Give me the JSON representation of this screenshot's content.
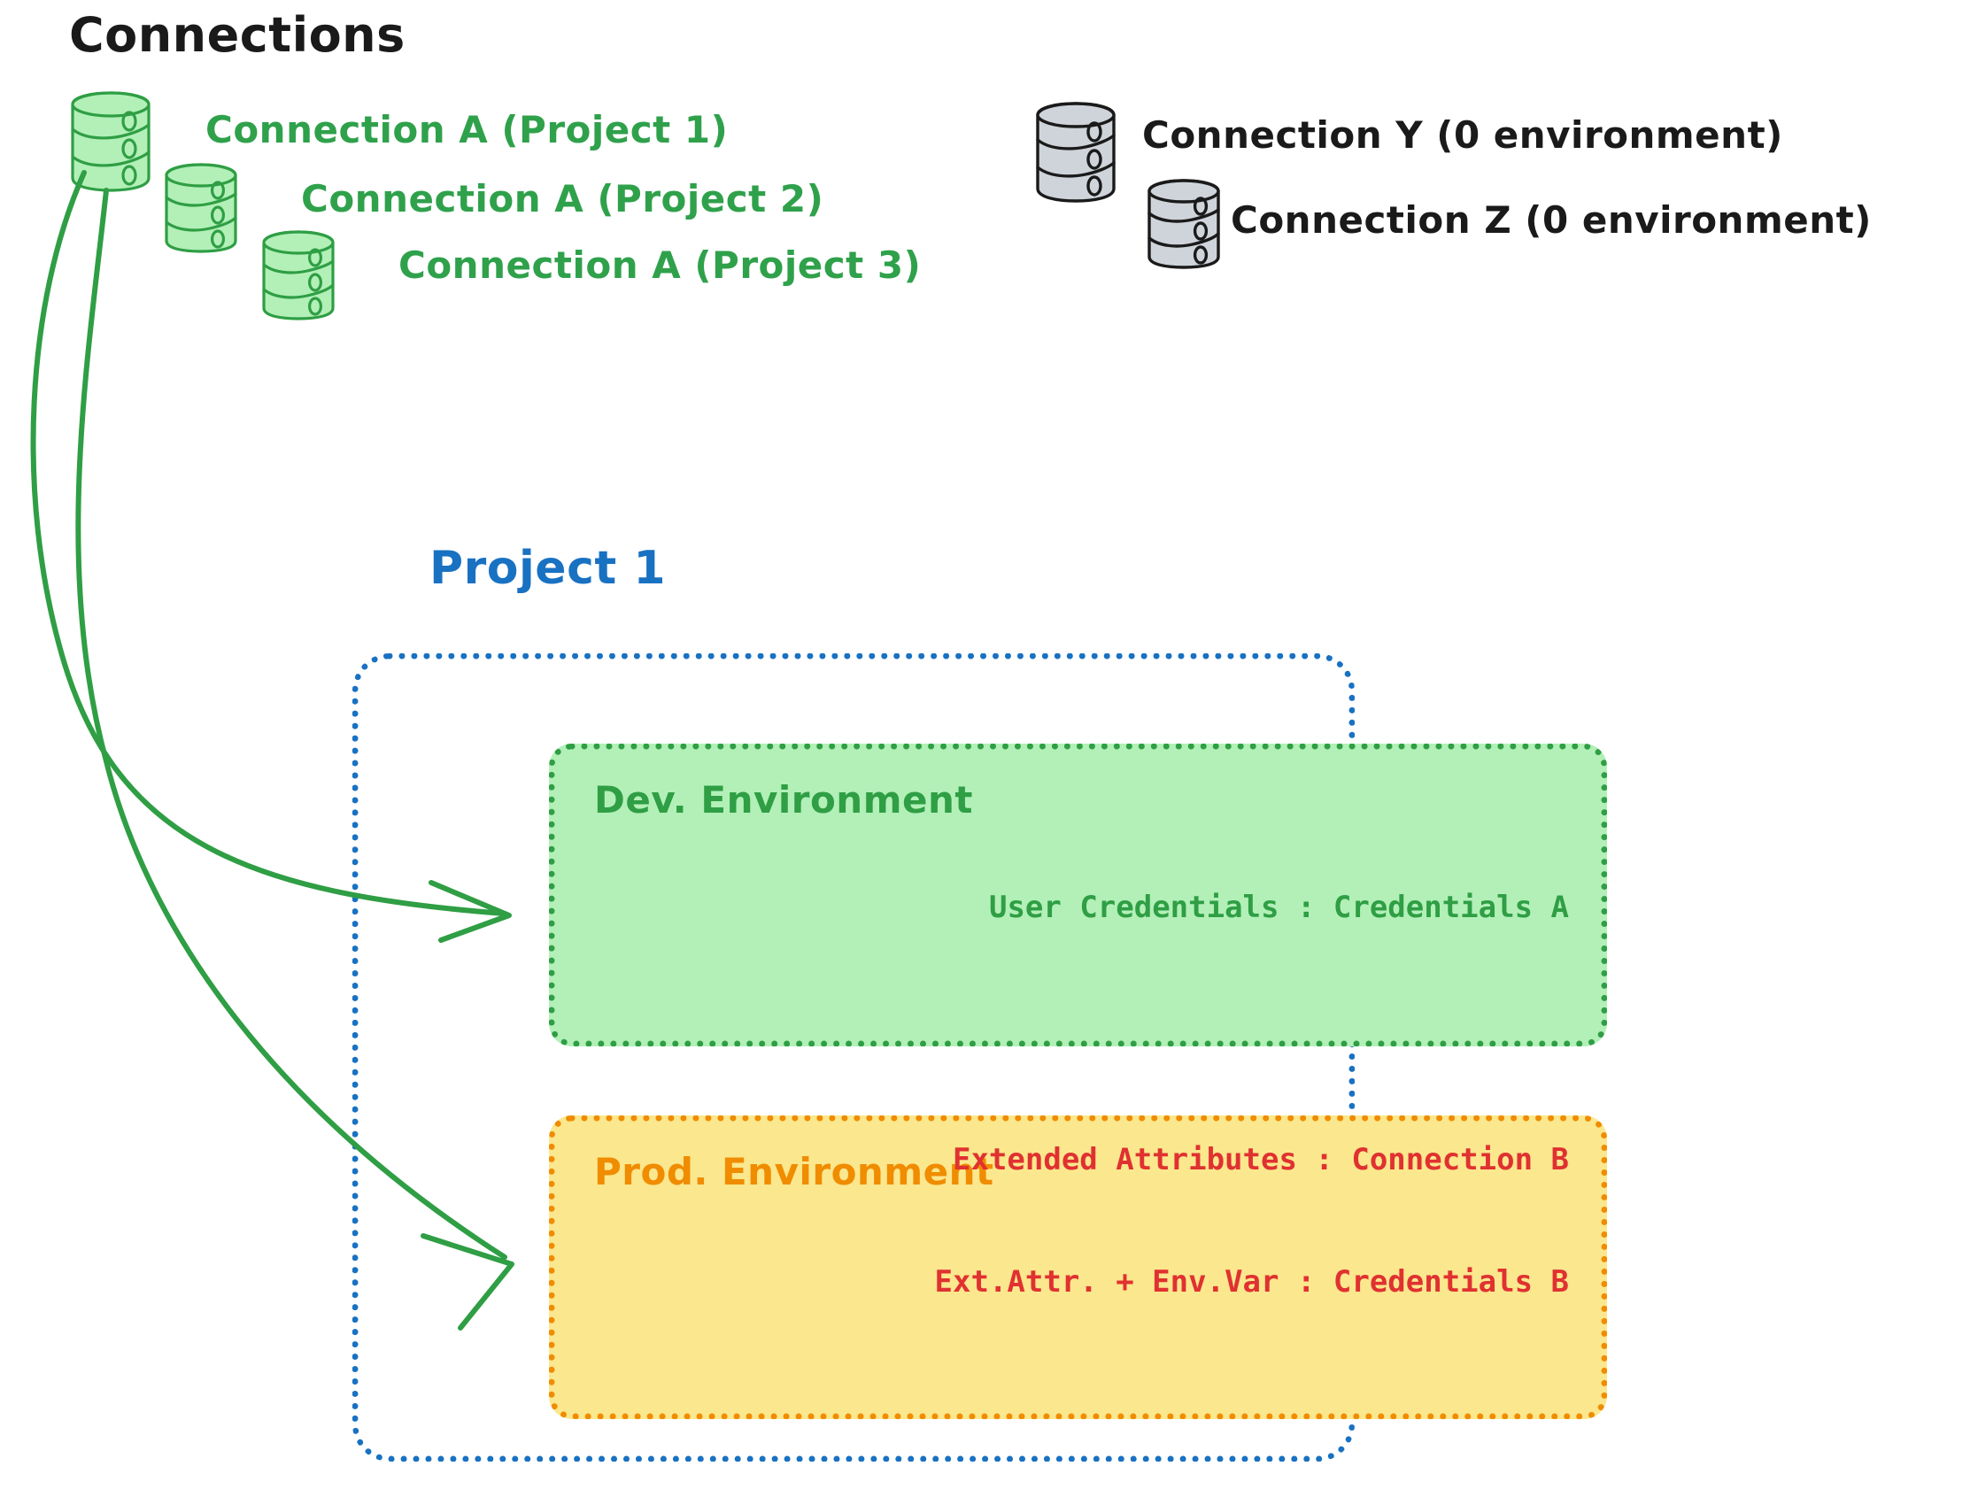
{
  "title": "Connections",
  "colors": {
    "green_stroke": "#2f9e44",
    "green_fill": "#b2f0b8",
    "gray_stroke": "#1a1a1a",
    "gray_fill": "#ced4da",
    "blue": "#1971c2",
    "orange": "#f08c00",
    "yellow_fill": "#fbe78d",
    "red": "#e03131",
    "black": "#1a1a1a"
  },
  "connections": [
    {
      "id": "a1",
      "label": "Connection A (Project 1)",
      "color": "green",
      "db_size": "large"
    },
    {
      "id": "a2",
      "label": "Connection A (Project 2)",
      "color": "green",
      "db_size": "medium"
    },
    {
      "id": "a3",
      "label": "Connection A (Project 3)",
      "color": "green",
      "db_size": "medium"
    },
    {
      "id": "y",
      "label": "Connection Y (0 environment)",
      "color": "gray",
      "db_size": "large"
    },
    {
      "id": "z",
      "label": "Connection Z (0 environment)",
      "color": "gray",
      "db_size": "medium"
    }
  ],
  "project": {
    "title": "Project 1",
    "environments": [
      {
        "id": "dev",
        "title": "Dev. Environment",
        "lines": [
          "User Credentials : Credentials A"
        ]
      },
      {
        "id": "prod",
        "title": "Prod. Environment",
        "lines": [
          "Extended Attributes : Connection B",
          "Ext.Attr. + Env.Var : Credentials B"
        ]
      }
    ]
  },
  "arrows": [
    {
      "id": "arrow-to-dev",
      "from": "connection-a-project-1",
      "to": "dev-environment"
    },
    {
      "id": "arrow-to-prod",
      "from": "connection-a-project-1",
      "to": "prod-environment"
    }
  ]
}
